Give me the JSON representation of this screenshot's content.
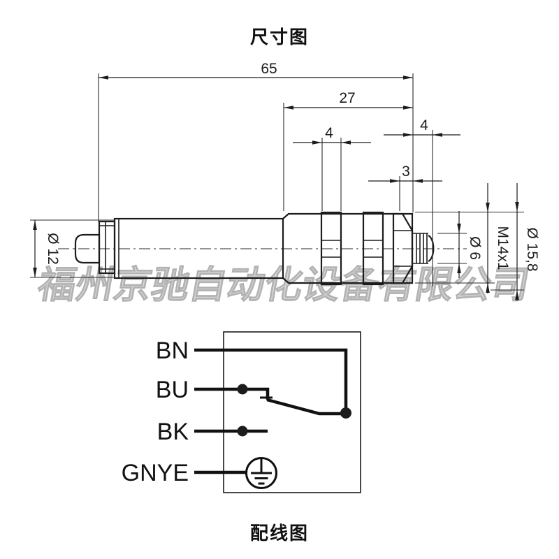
{
  "page": {
    "title_top": "尺寸图",
    "title_bottom": "配线图"
  },
  "watermark": "福州京驰自动化设备有限公司",
  "dimension_diagram": {
    "dims": {
      "overall_length": "65",
      "thread_length": "27",
      "lock_nut_width": "4",
      "tip_length": "4",
      "hex_width": "3",
      "body_diameter": "Ø 12",
      "tip_diameter": "Ø 6",
      "thread_spec": "M14x1",
      "hex_diameter": "Ø 15,8"
    }
  },
  "wiring_diagram": {
    "wires": [
      {
        "label": "BN"
      },
      {
        "label": "BU"
      },
      {
        "label": "BK"
      },
      {
        "label": "GNYE"
      }
    ],
    "symbols": [
      "normally-open-switch",
      "protective-earth-ground"
    ]
  },
  "colors": {
    "line": "#1c1c1c",
    "wire": "#111111",
    "watermark": "#bdbdbd",
    "background": "#ffffff"
  }
}
